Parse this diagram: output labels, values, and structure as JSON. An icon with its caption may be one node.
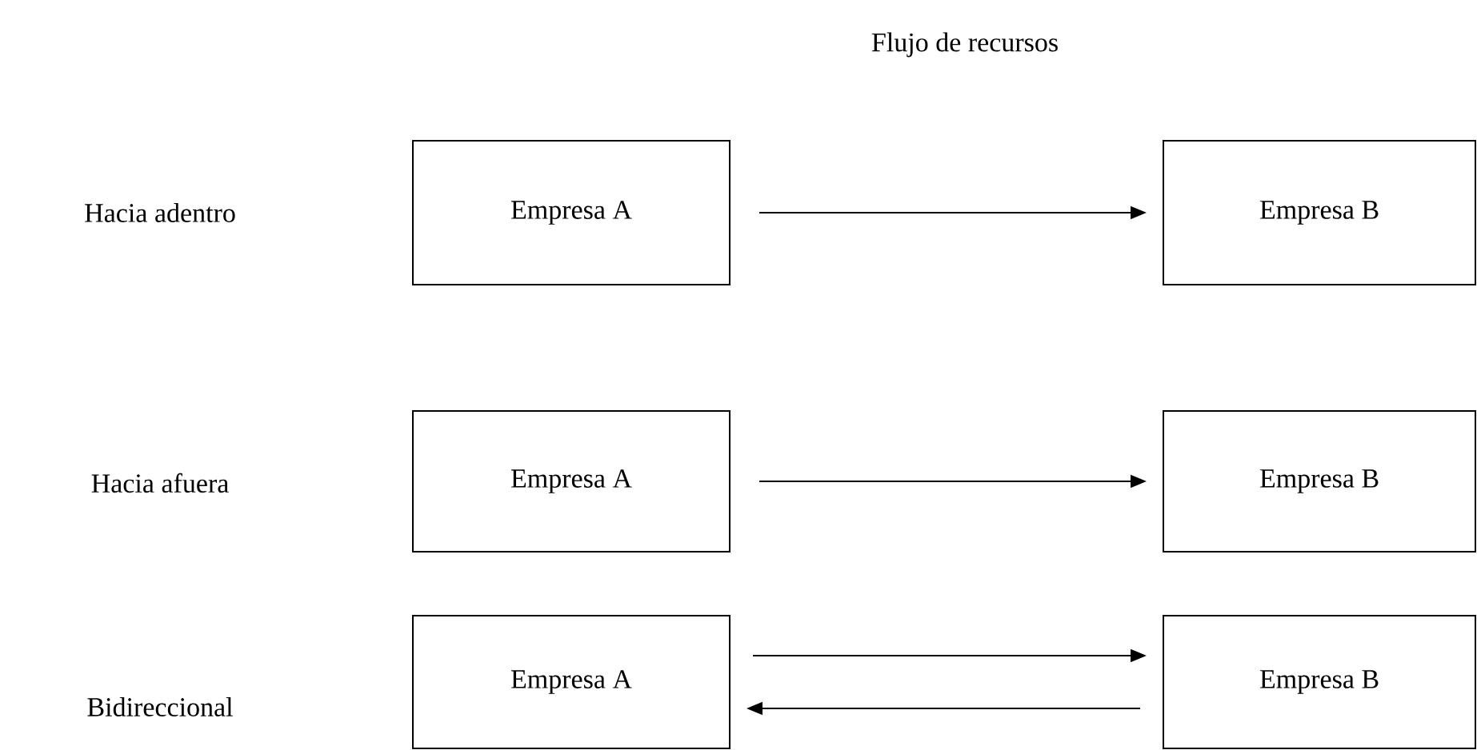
{
  "diagram": {
    "title": "Flujo de recursos",
    "nodes": [
      {
        "text": [
          "Empresa A"
        ]
      },
      {
        "text": [
          "Empresa B"
        ]
      },
      {
        "text": [
          "Empresa A"
        ]
      },
      {
        "text": [
          "Empresa B"
        ]
      },
      {
        "text": [
          "Empresa A"
        ]
      },
      {
        "text": [
          "Empresa B"
        ]
      }
    ],
    "edges": [
      {
        "from": 0,
        "to": 1,
        "arrow": "to"
      },
      {
        "from": 2,
        "to": 3,
        "arrow": "to"
      },
      {
        "from": 4,
        "to": 5,
        "arrow": "to"
      },
      {
        "from": 5,
        "to": 4,
        "arrow": "to"
      }
    ],
    "labels": [
      "Hacia adentro",
      "Hacia afuera",
      "Bidireccional"
    ]
  }
}
